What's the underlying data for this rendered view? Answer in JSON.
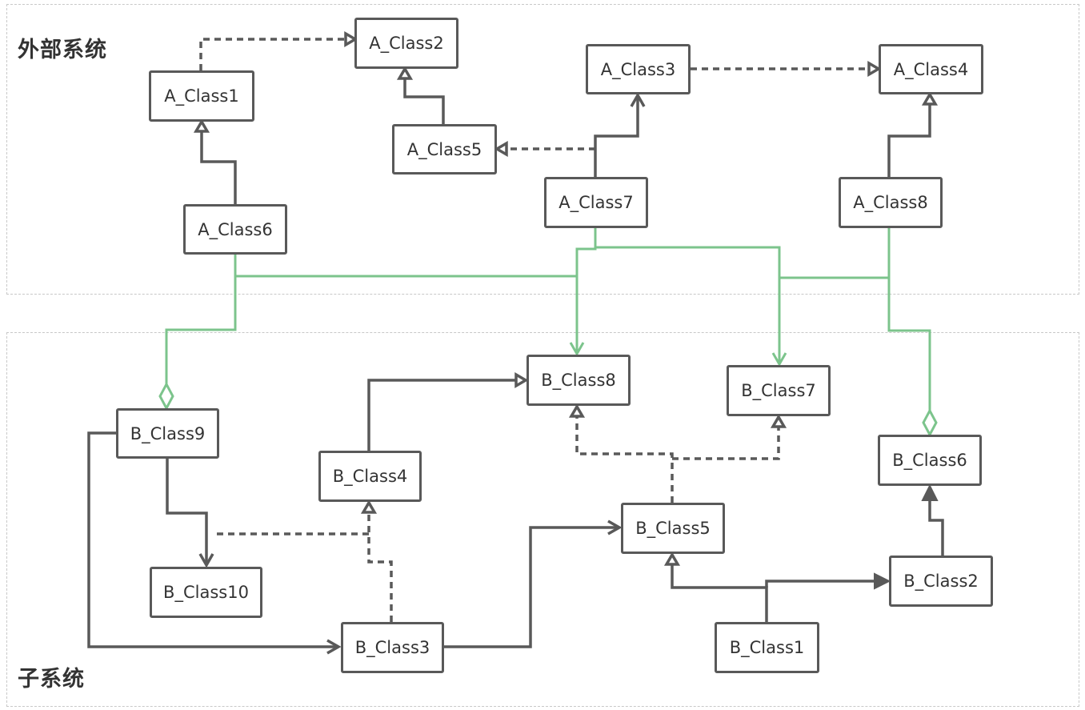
{
  "diagram": {
    "type": "uml-class-diagram",
    "colors": {
      "box_border": "#595959",
      "line_dark": "#595959",
      "line_green": "#7cc48c",
      "region_border": "#c8c8c8",
      "text": "#333333"
    },
    "regions": [
      {
        "id": "external",
        "title": "外部系统"
      },
      {
        "id": "subsystem",
        "title": "子系统"
      }
    ],
    "classes": [
      {
        "id": "A_Class1",
        "label": "A_Class1",
        "region": "external"
      },
      {
        "id": "A_Class2",
        "label": "A_Class2",
        "region": "external"
      },
      {
        "id": "A_Class3",
        "label": "A_Class3",
        "region": "external"
      },
      {
        "id": "A_Class4",
        "label": "A_Class4",
        "region": "external"
      },
      {
        "id": "A_Class5",
        "label": "A_Class5",
        "region": "external"
      },
      {
        "id": "A_Class6",
        "label": "A_Class6",
        "region": "external"
      },
      {
        "id": "A_Class7",
        "label": "A_Class7",
        "region": "external"
      },
      {
        "id": "A_Class8",
        "label": "A_Class8",
        "region": "external"
      },
      {
        "id": "B_Class1",
        "label": "B_Class1",
        "region": "subsystem"
      },
      {
        "id": "B_Class2",
        "label": "B_Class2",
        "region": "subsystem"
      },
      {
        "id": "B_Class3",
        "label": "B_Class3",
        "region": "subsystem"
      },
      {
        "id": "B_Class4",
        "label": "B_Class4",
        "region": "subsystem"
      },
      {
        "id": "B_Class5",
        "label": "B_Class5",
        "region": "subsystem"
      },
      {
        "id": "B_Class6",
        "label": "B_Class6",
        "region": "subsystem"
      },
      {
        "id": "B_Class7",
        "label": "B_Class7",
        "region": "subsystem"
      },
      {
        "id": "B_Class8",
        "label": "B_Class8",
        "region": "subsystem"
      },
      {
        "id": "B_Class9",
        "label": "B_Class9",
        "region": "subsystem"
      },
      {
        "id": "B_Class10",
        "label": "B_Class10",
        "region": "subsystem"
      }
    ],
    "relations": [
      {
        "from": "A_Class1",
        "to": "A_Class2",
        "kind": "realization"
      },
      {
        "from": "A_Class5",
        "to": "A_Class2",
        "kind": "generalization"
      },
      {
        "from": "A_Class6",
        "to": "A_Class1",
        "kind": "generalization"
      },
      {
        "from": "A_Class3",
        "to": "A_Class4",
        "kind": "realization"
      },
      {
        "from": "A_Class7",
        "to": "A_Class3",
        "kind": "association"
      },
      {
        "from": "A_Class7",
        "to": "A_Class5",
        "kind": "realization"
      },
      {
        "from": "A_Class8",
        "to": "A_Class4",
        "kind": "generalization"
      },
      {
        "from": "A_Class6",
        "to": "B_Class8",
        "kind": "association",
        "cross_system": true
      },
      {
        "from": "A_Class7",
        "to": "B_Class8",
        "kind": "association",
        "cross_system": true
      },
      {
        "from": "A_Class7",
        "to": "B_Class7",
        "kind": "association",
        "cross_system": true
      },
      {
        "from": "A_Class8",
        "to": "B_Class7",
        "kind": "association",
        "cross_system": true
      },
      {
        "from": "A_Class6",
        "to": "B_Class9",
        "kind": "aggregation",
        "cross_system": true
      },
      {
        "from": "A_Class8",
        "to": "B_Class6",
        "kind": "aggregation",
        "cross_system": true
      },
      {
        "from": "B_Class4",
        "to": "B_Class8",
        "kind": "generalization"
      },
      {
        "from": "B_Class5",
        "to": "B_Class8",
        "kind": "realization"
      },
      {
        "from": "B_Class5",
        "to": "B_Class7",
        "kind": "realization"
      },
      {
        "from": "B_Class9",
        "to": "B_Class10",
        "kind": "association"
      },
      {
        "from": "B_Class9",
        "to": "B_Class3",
        "kind": "association"
      },
      {
        "from": "B_Class3",
        "to": "B_Class4",
        "kind": "realization"
      },
      {
        "from": "B_Class3",
        "to": "B_Class5",
        "kind": "association"
      },
      {
        "from": "B_Class1",
        "to": "B_Class5",
        "kind": "generalization"
      },
      {
        "from": "B_Class1",
        "to": "B_Class2",
        "kind": "directed-association"
      },
      {
        "from": "B_Class2",
        "to": "B_Class6",
        "kind": "directed-association"
      }
    ]
  }
}
